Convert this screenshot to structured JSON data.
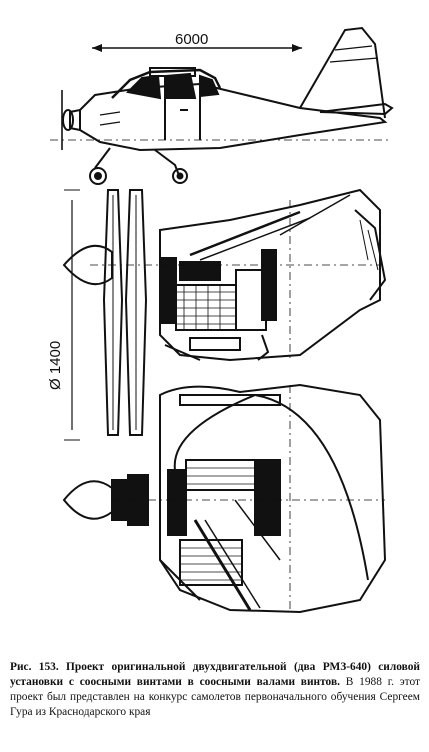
{
  "figure": {
    "dimension_length": "6000",
    "dimension_diameter": "Ø 1400"
  },
  "caption": {
    "lead": "Рис. 153. Проект оригинальной двухдвигательной (два РМЗ-640) силовой установки с соосными винтами в соосными валами винтов.",
    "rest": " В 1988 г. этот проект был представлен на конкурс самолетов первоначального обучения Сергеем Гура из Краснодарского края"
  }
}
